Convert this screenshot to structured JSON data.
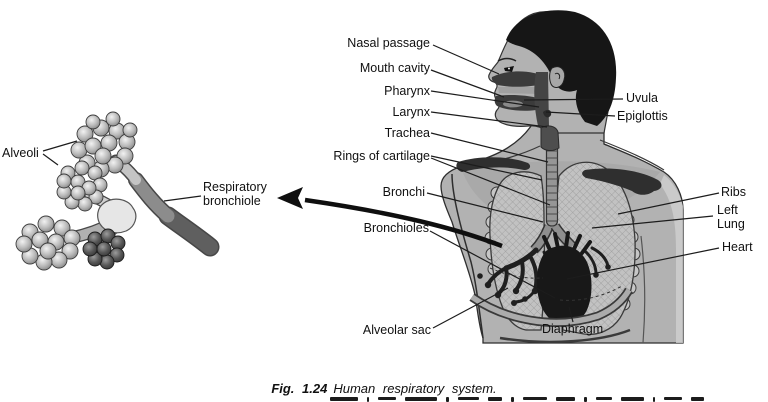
{
  "figure_caption": {
    "number": "Fig. 1.24",
    "title": "Human respiratory system."
  },
  "inset_labels": {
    "alveoli": "Alveoli",
    "respiratory_bronchiole_line1": "Respiratory",
    "respiratory_bronchiole_line2": "bronchiole"
  },
  "anatomy_labels": {
    "nasal_passage": "Nasal passage",
    "mouth_cavity": "Mouth cavity",
    "pharynx": "Pharynx",
    "larynx": "Larynx",
    "trachea": "Trachea",
    "rings_of_cartilage": "Rings of cartilage",
    "bronchi": "Bronchi",
    "bronchioles": "Bronchioles",
    "alveolar_sac": "Alveolar sac",
    "uvula": "Uvula",
    "epiglottis": "Epiglottis",
    "ribs": "Ribs",
    "left_lung_line1": "Left",
    "left_lung_line2": "Lung",
    "heart": "Heart",
    "diaphragm": "Diaphragm"
  },
  "colors": {
    "ink": "#1a1a1a",
    "skin_gray": "#b2b2b2",
    "lung_gray": "#c2c2c2",
    "dark_anatomy": "#3b3b3b",
    "hair_black": "#161616",
    "background": "#ffffff"
  }
}
